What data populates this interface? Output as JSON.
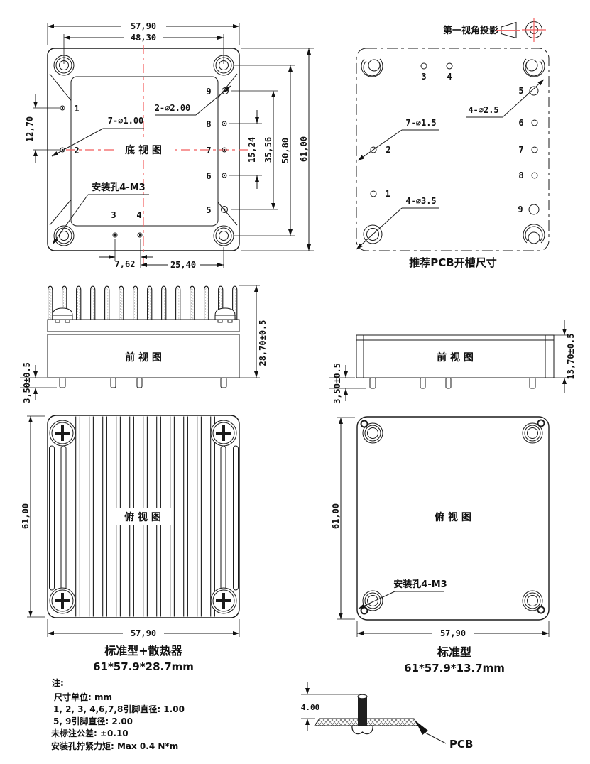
{
  "meta": {
    "projection_label": "第一视角投影"
  },
  "bottom_view": {
    "title": "底 视 图",
    "dims": {
      "outer_w": "57,90",
      "hole_w": "48,30",
      "pin12": "12,70",
      "pin86": "15,24",
      "pin95": "35,56",
      "hole_h": "50,80",
      "outer_h": "61,00",
      "pin34": "7,62",
      "pin4_hole": "25,40"
    },
    "labels": {
      "big_pins": "2-∅2.00",
      "small_pins": "7-∅1.00",
      "mount": "安装孔4-M3"
    },
    "pins": [
      "1",
      "2",
      "3",
      "4",
      "5",
      "6",
      "7",
      "8",
      "9"
    ]
  },
  "pcb_view": {
    "title": "推荐PCB开槽尺寸",
    "labels": {
      "d25": "4-∅2.5",
      "d15": "7-∅1.5",
      "d35": "4-∅3.5"
    },
    "pins": [
      "1",
      "2",
      "3",
      "4",
      "5",
      "6",
      "7",
      "8",
      "9"
    ]
  },
  "front_heatsink": {
    "title": "前 视 图",
    "dims": {
      "height": "28,70±0.5",
      "pin_len": "3,50±0.5"
    }
  },
  "front_standard": {
    "title": "前 视 图",
    "dims": {
      "height": "13,70±0.5",
      "pin_len": "3,50±0.5"
    }
  },
  "top_heatsink": {
    "title": "俯 视 图",
    "dims": {
      "h": "61,00",
      "w": "57,90"
    },
    "caption": "标准型+散热器",
    "size_label": "61*57.9*28.7mm"
  },
  "top_standard": {
    "title": "俯 视 图",
    "dims": {
      "h": "61,00",
      "w": "57,90"
    },
    "mount_label": "安装孔4-M3",
    "caption": "标准型",
    "size_label": "61*57.9*13.7mm"
  },
  "pcb_section": {
    "dim": "4.00",
    "label": "PCB"
  },
  "notes": {
    "heading": "注:",
    "lines": [
      "尺寸单位: mm",
      "1, 2, 3, 4,6,7,8引脚直径: 1.00",
      "5, 9引脚直径: 2.00",
      "未标注公差: ±0.10",
      "安装孔拧紧力矩: Max 0.4 N*m"
    ]
  },
  "colors": {
    "line": "#1a1a1a",
    "accent_red": "#f25c5c"
  }
}
